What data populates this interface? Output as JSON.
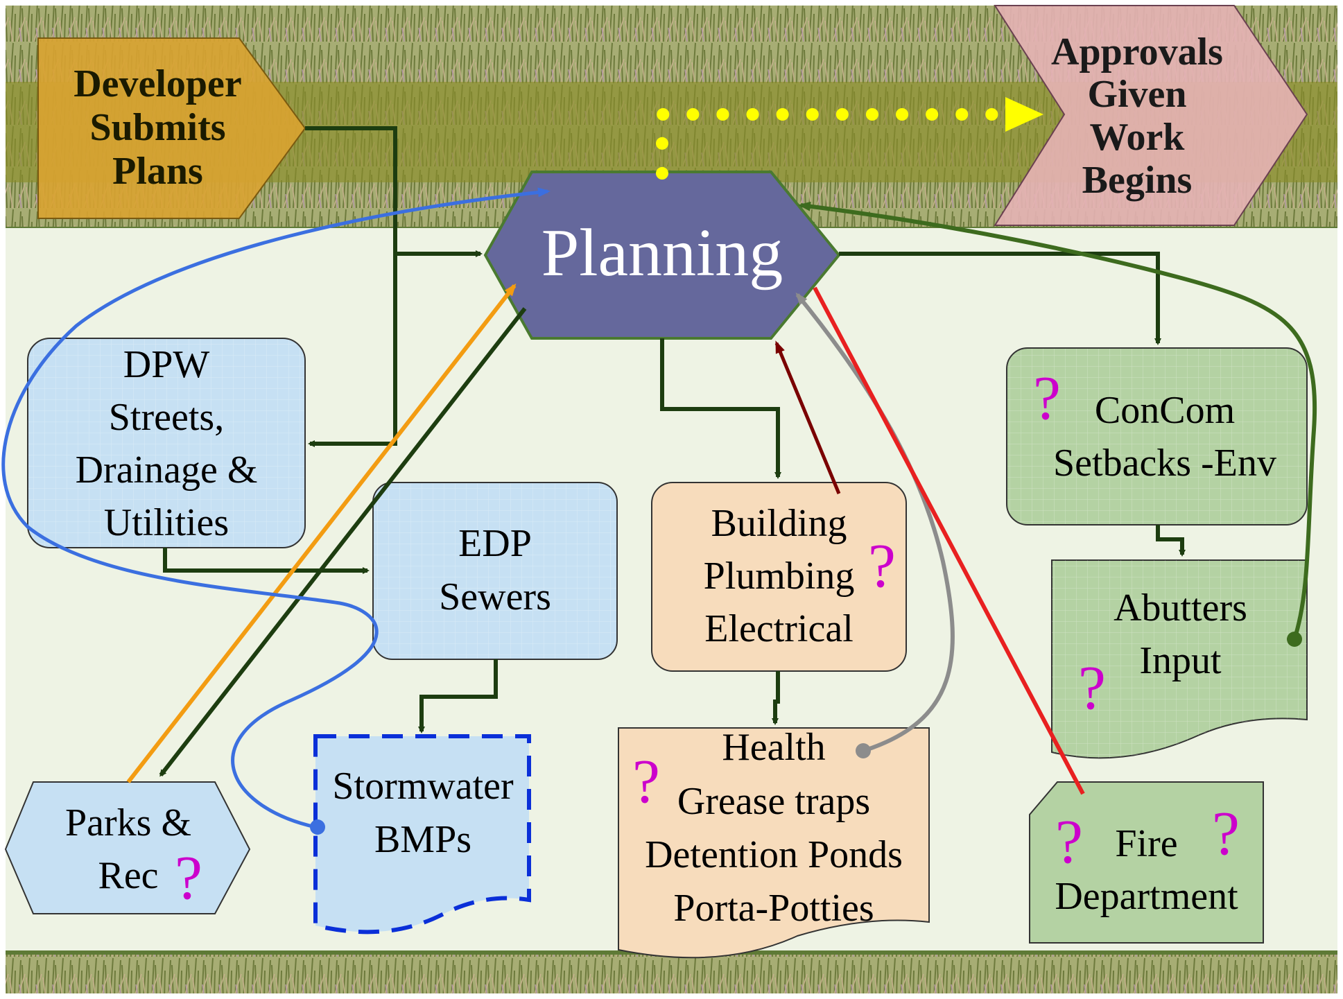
{
  "colors": {
    "grass": "#9aa66a",
    "panel": "#eef3e4",
    "band": "#8a8e2a",
    "developer": "#d9a331",
    "approvals": "#e6b2b5",
    "planning": "#65689c",
    "blue_box": "#c6e0f3",
    "orange_box": "#f7dcbc",
    "green_box": "#b4d2a3",
    "connector": "#1d3d10",
    "question": "#cc00cc"
  },
  "developer": {
    "lines": [
      "Developer",
      "Submits",
      "Plans"
    ]
  },
  "approvals": {
    "lines": [
      "Approvals",
      "Given",
      "Work",
      "Begins"
    ]
  },
  "planning": {
    "label": "Planning"
  },
  "dpw": {
    "lines": [
      "DPW",
      "Streets,",
      "Drainage &",
      "Utilities"
    ]
  },
  "edp": {
    "lines": [
      "EDP",
      "Sewers"
    ]
  },
  "building": {
    "lines": [
      "Building",
      "Plumbing",
      "Electrical"
    ],
    "mark": "?"
  },
  "health": {
    "lines": [
      "Health",
      "Grease traps",
      "Detention Ponds",
      "Porta-Potties"
    ],
    "mark": "?"
  },
  "stormwater": {
    "lines": [
      "Stormwater",
      "BMPs"
    ]
  },
  "parks": {
    "lines": [
      "Parks &",
      "Rec"
    ],
    "mark": "?"
  },
  "concom": {
    "lines": [
      "ConCom",
      "Setbacks -Env"
    ],
    "mark": "?"
  },
  "abutters": {
    "lines": [
      "Abutters",
      "Input"
    ],
    "mark": "?"
  },
  "fire": {
    "lines": [
      "Fire",
      "Department"
    ],
    "mark_left": "?",
    "mark_right": "?"
  }
}
